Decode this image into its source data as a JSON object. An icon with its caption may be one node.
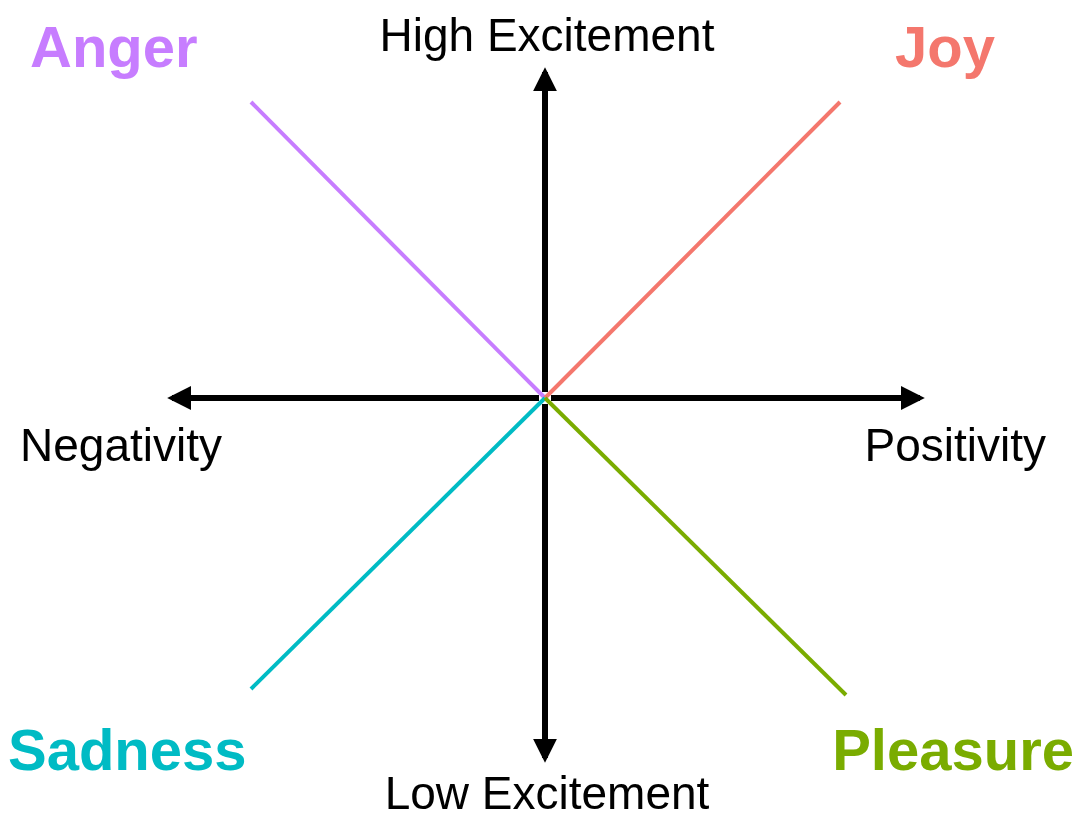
{
  "diagram": {
    "nodes": [
      {
        "text": [
          "Anger"
        ]
      },
      {
        "text": [
          "Joy"
        ]
      },
      {
        "text": [
          "Sadness"
        ]
      },
      {
        "text": [
          "Pleasure"
        ]
      }
    ],
    "edges": [
      {
        "from": null,
        "to": 0,
        "arrow": "none",
        "color": "#c77dff"
      },
      {
        "from": null,
        "to": 1,
        "arrow": "none",
        "color": "#f4776d"
      },
      {
        "from": null,
        "to": 2,
        "arrow": "none",
        "color": "#00bbc4"
      },
      {
        "from": null,
        "to": 3,
        "arrow": "none",
        "color": "#7aac00"
      }
    ],
    "labels": [
      "High Excitement",
      "Negativity",
      "Positivity",
      "Low Excitement"
    ]
  }
}
